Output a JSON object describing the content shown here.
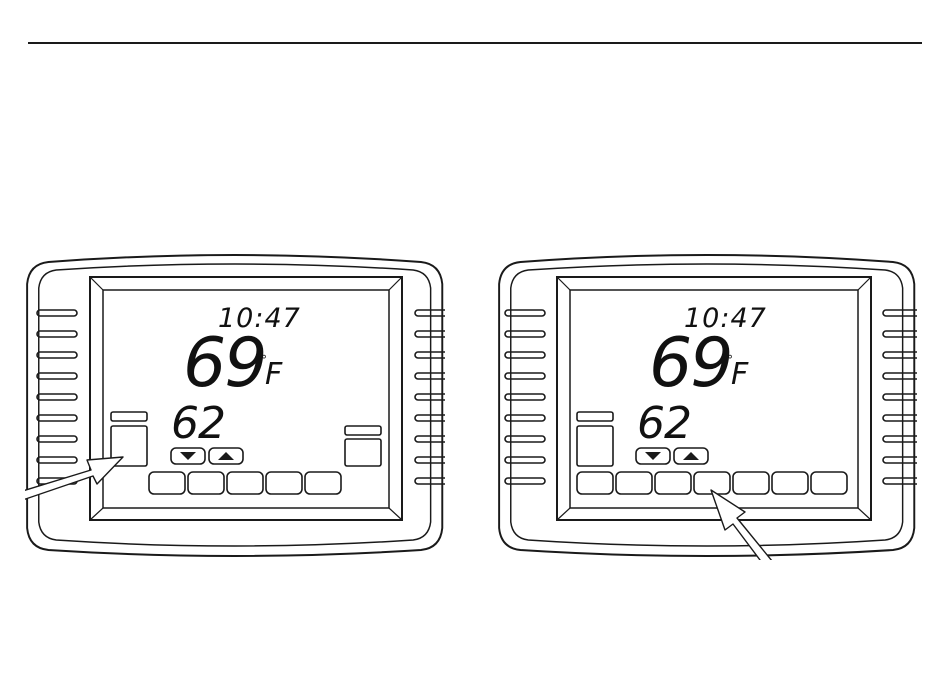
{
  "left_thermostat": {
    "time": "10:47",
    "current_temp": "69",
    "degree_symbol": "°",
    "unit": "F",
    "setpoint": "62",
    "down_arrow_icon": "triangle-down",
    "up_arrow_icon": "triangle-up",
    "soft_key_count": 5,
    "pointer": "arrow pointing at left side panel"
  },
  "right_thermostat": {
    "time": "10:47",
    "current_temp": "69",
    "degree_symbol": "°",
    "unit": "F",
    "setpoint": "62",
    "down_arrow_icon": "triangle-down",
    "up_arrow_icon": "triangle-up",
    "soft_key_count": 7,
    "pointer": "arrow pointing at fourth soft key"
  },
  "colors": {
    "line": "#1a1a1a",
    "background": "#ffffff"
  }
}
